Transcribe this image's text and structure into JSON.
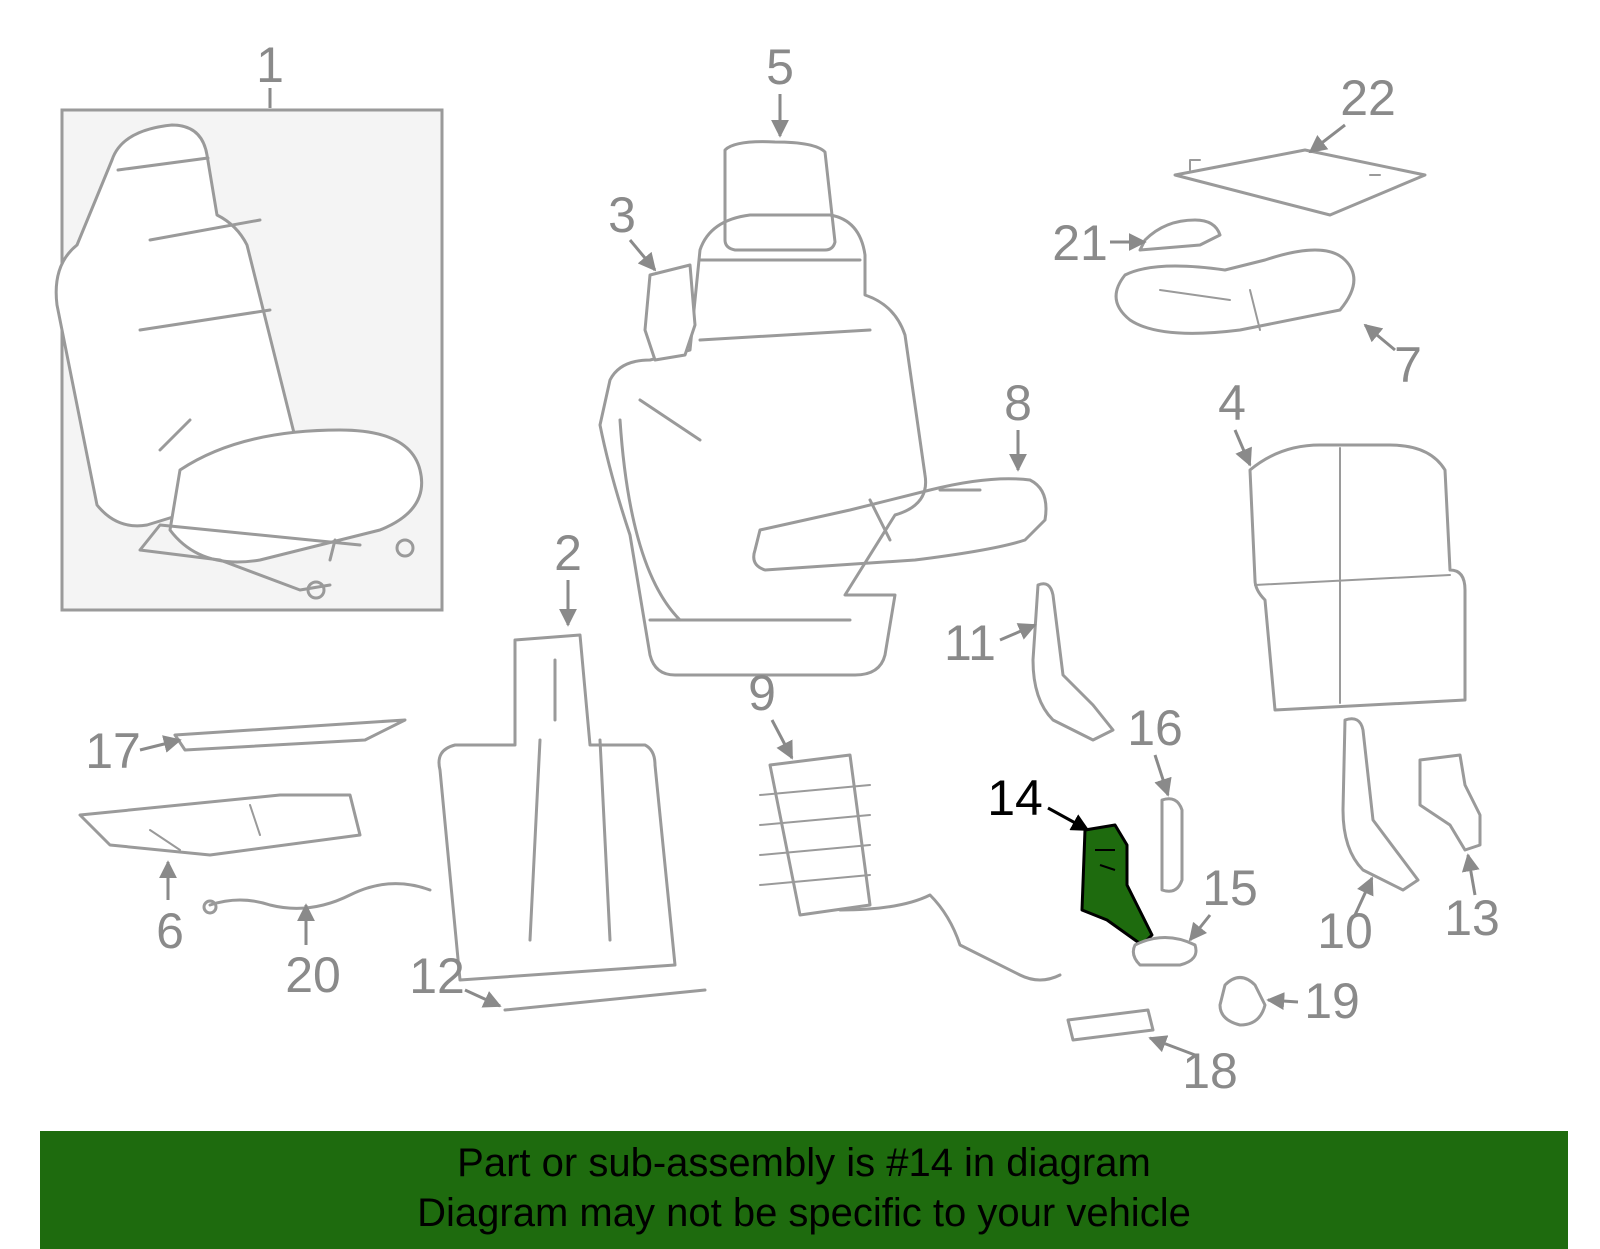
{
  "callouts": [
    "1",
    "2",
    "3",
    "4",
    "5",
    "6",
    "7",
    "8",
    "9",
    "10",
    "11",
    "12",
    "13",
    "14",
    "15",
    "16",
    "17",
    "18",
    "19",
    "20",
    "21",
    "22"
  ],
  "highlighted_part": "14",
  "colors": {
    "highlight": "#1e6b0e",
    "parts": "#9a9a9a",
    "labels": "#8a8a8a"
  },
  "banner": {
    "line1": "Part or sub-assembly is #14 in diagram",
    "line2": "Diagram may not be specific to your vehicle"
  }
}
